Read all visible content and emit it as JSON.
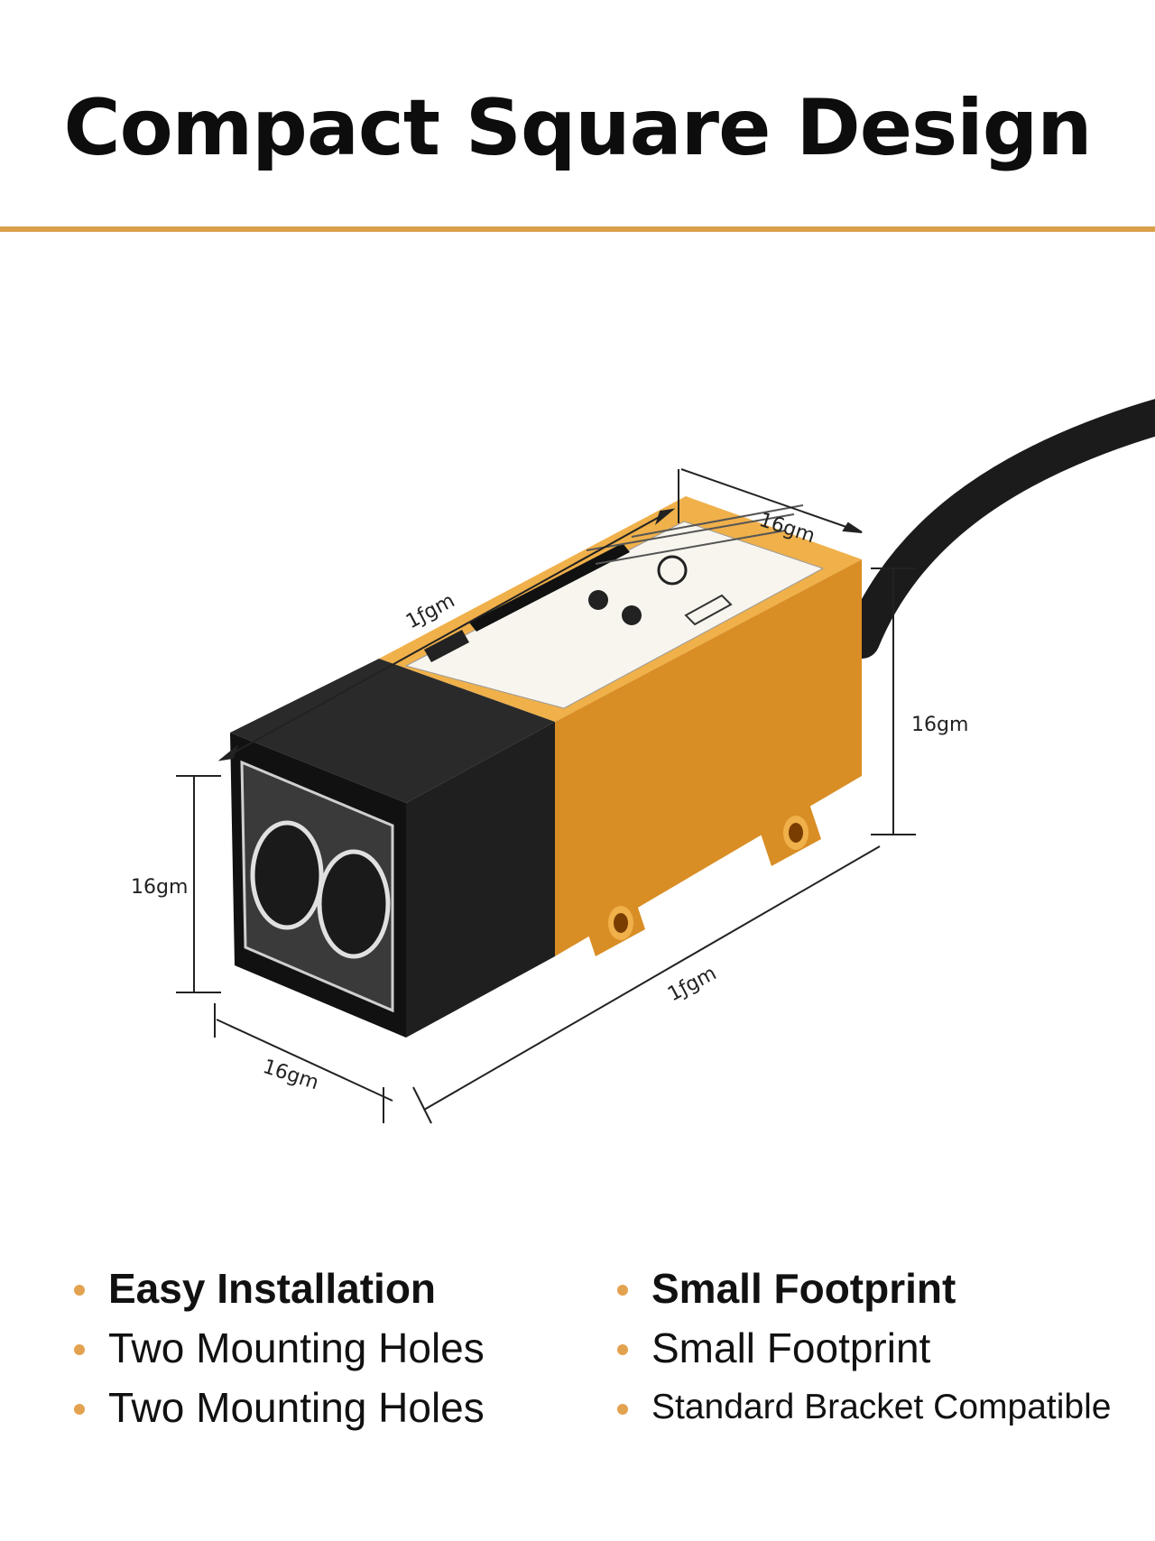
{
  "title": "Compact Square Design",
  "colors": {
    "accent": "#d9a04b",
    "housing": "#eba23a",
    "cap": "#161616",
    "cable": "#1b1b1b"
  },
  "dimensions": {
    "top_length": "1ƒgm",
    "top_width": "16gm",
    "right_height": "16gm",
    "left_height": "16gm",
    "front_width": "16gm",
    "bottom_length": "1ƒgm"
  },
  "features": {
    "left": [
      {
        "text": "Easy Installation"
      },
      {
        "text": "Two Mounting Holes"
      },
      {
        "text": "Two Mounting Holes"
      }
    ],
    "right": [
      {
        "text": "Small Footprint"
      },
      {
        "text": "Small Footprint"
      },
      {
        "text": "Standard Bracket Compatible"
      }
    ]
  }
}
